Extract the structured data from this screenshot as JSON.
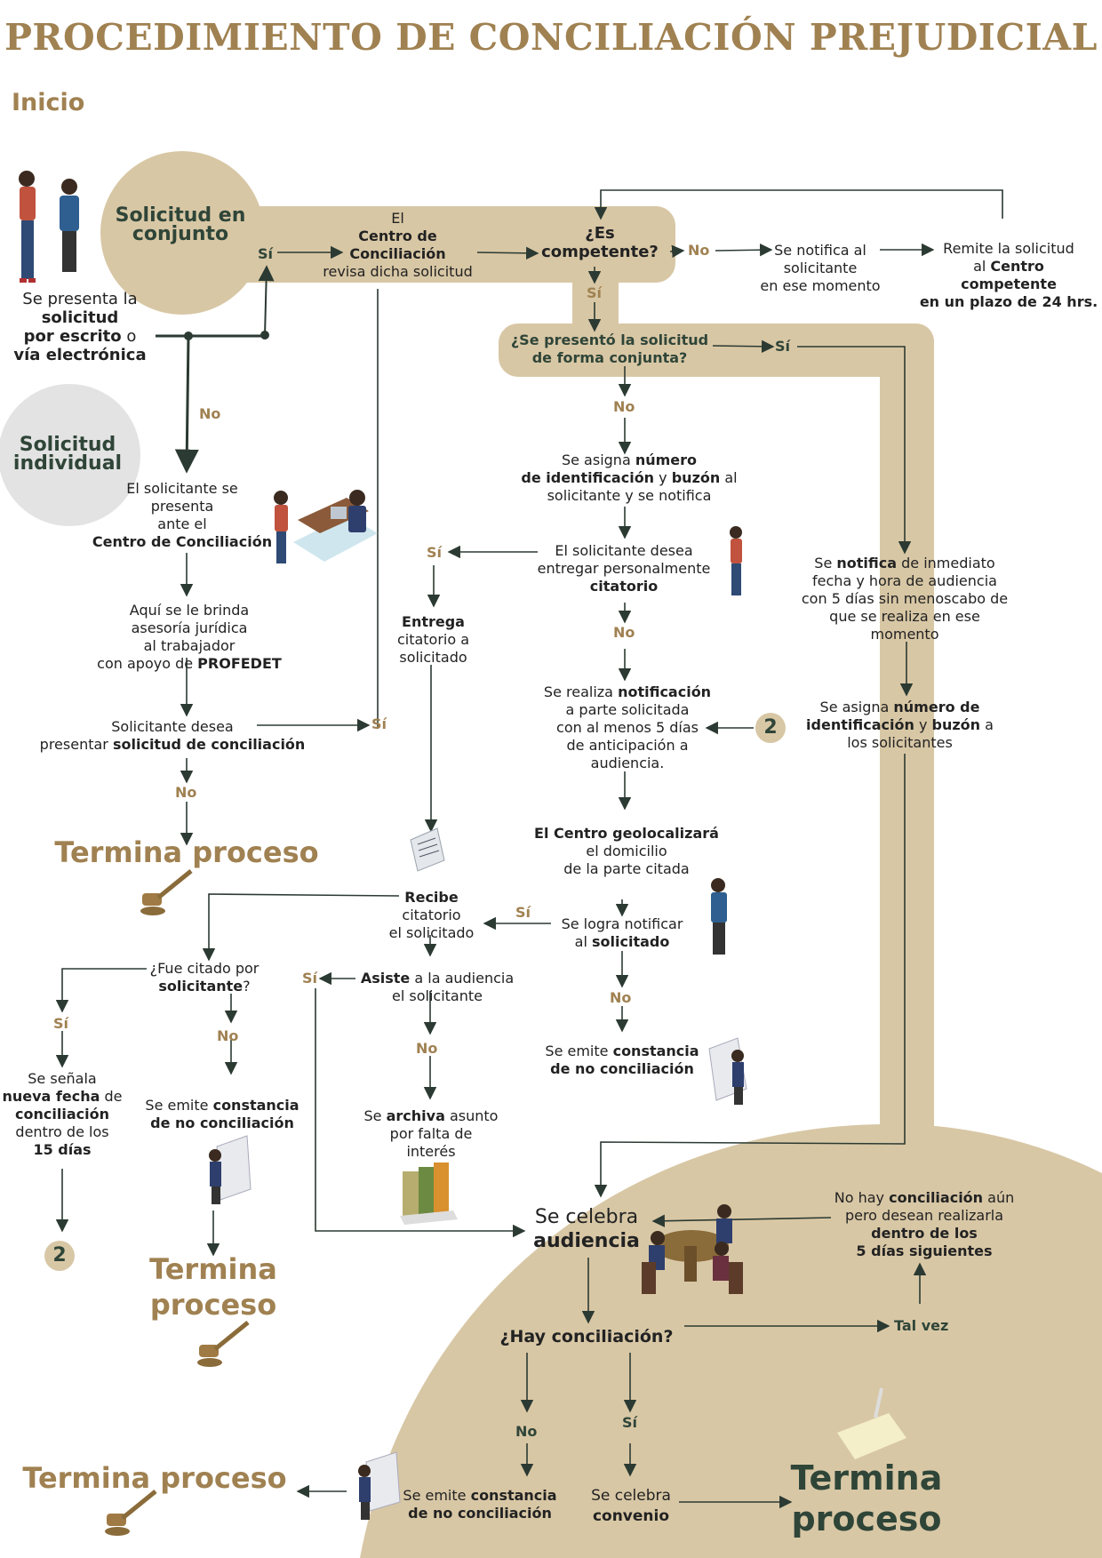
{
  "title": "PROCEDIMIENTO DE CONCILIACIÓN PREJUDICIAL",
  "start_label": "Inicio",
  "circles": {
    "joint": "Solicitud en conjunto",
    "individual": "Solicitud individual"
  },
  "nodes": {
    "n_presenta": [
      "Se presenta la",
      "solicitud",
      "por escrito",
      " o",
      "vía electrónica"
    ],
    "n_centro_revisa": [
      "El",
      "Centro de",
      "Conciliación",
      "revisa dicha solicitud"
    ],
    "n_competente": [
      "¿Es",
      "competente?"
    ],
    "n_notifica_solicitante": [
      "Se notifica al",
      "solicitante",
      "en ese momento"
    ],
    "n_remite": [
      "Remite la solicitud",
      "al ",
      "Centro",
      "competente",
      "en un plazo de 24 hrs."
    ],
    "n_conjunta": [
      "¿Se presentó la solicitud",
      "de forma conjunta?"
    ],
    "n_asigna_num": [
      "Se asigna ",
      "número",
      "de identificación",
      " y ",
      "buzón",
      " al",
      "solicitante y se notifica"
    ],
    "n_presenta_ante": [
      "El solicitante se",
      "presenta",
      "ante el",
      "Centro de Conciliación"
    ],
    "n_asesoria": [
      "Aquí se le brinda",
      "asesoría jurídica",
      "al trabajador",
      "con apoyo de ",
      "PROFEDET"
    ],
    "n_desea_presentar": [
      "Solicitante desea",
      "presentar ",
      "solicitud de conciliación"
    ],
    "n_desea_entregar": [
      "El solicitante desea",
      "entregar personalmente",
      "citatorio"
    ],
    "n_entrega": [
      "Entrega",
      "citatorio a",
      "solicitado"
    ],
    "n_notifica_inmediato": [
      "Se ",
      "notifica",
      " de inmediato",
      "fecha y hora de audiencia",
      "con 5 días sin menoscabo de",
      "que se realiza en ese",
      "momento"
    ],
    "n_realiza_notif": [
      "Se realiza ",
      "notificación",
      "a parte solicitada",
      "con al menos 5 días",
      "de anticipación a",
      "audiencia."
    ],
    "n_asigna_solicitantes": [
      "Se asigna ",
      "número de",
      "identificación",
      " y ",
      "buzón",
      " a",
      "los solicitantes"
    ],
    "n_geolocaliza": [
      "El Centro geolocalizará",
      "el domicilio",
      "de la parte citada"
    ],
    "n_recibe": [
      "Recibe",
      "citatorio",
      "el solicitado"
    ],
    "n_logra_notificar": [
      "Se logra notificar",
      "al ",
      "solicitado"
    ],
    "n_fue_citado": [
      "¿Fue citado por",
      "solicitante",
      "?"
    ],
    "n_asiste": [
      "Asiste",
      " a la audiencia",
      "el solicitante"
    ],
    "n_constancia_1": [
      "Se emite ",
      "constancia",
      "de no conciliación"
    ],
    "n_nueva_fecha": [
      "Se señala",
      "nueva fecha",
      " de",
      "conciliación",
      "dentro de los",
      "15 días"
    ],
    "n_constancia_2": [
      "Se emite ",
      "constancia",
      "de no conciliación"
    ],
    "n_archiva": [
      "Se ",
      "archiva",
      " asunto",
      "por falta de",
      "interés"
    ],
    "n_celebra_audiencia": [
      "Se celebra",
      "audiencia"
    ],
    "n_no_hay": [
      "No hay ",
      "conciliación",
      " aún",
      "pero desean realizarla",
      "dentro de los",
      "5 días siguientes"
    ],
    "n_hay_conciliacion": "¿Hay conciliación?",
    "n_constancia_3": [
      "Se emite ",
      "constancia",
      "de no conciliación"
    ],
    "n_convenio": [
      "Se celebra",
      "convenio"
    ]
  },
  "labels": {
    "si": "Sí",
    "no": "No",
    "tal_vez": "Tal vez"
  },
  "terminal": "Termina proceso",
  "terminal_split": [
    "Termina",
    "proceso"
  ],
  "connector_number": "2",
  "colors": {
    "gold": "#a08151",
    "tan": "#d8c7a5",
    "dark_green": "#2f4538",
    "gray_circle": "#e3e3e3"
  }
}
